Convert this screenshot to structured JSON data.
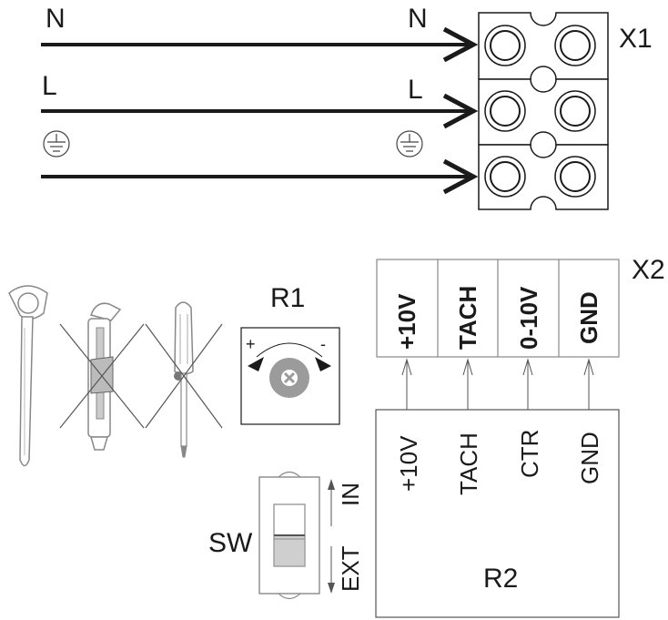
{
  "power_lines": {
    "n_left": "N",
    "n_right": "N",
    "l_left": "L",
    "l_right": "L",
    "earth_symbol": "ground-icon"
  },
  "terminal_x1": {
    "label": "X1"
  },
  "terminal_x2": {
    "label": "X2",
    "pins": [
      "+10V",
      "TACH",
      "0-10V",
      "GND"
    ]
  },
  "board_r2": {
    "label": "R2",
    "pins": [
      "+10V",
      "TACH",
      "CTR",
      "GND"
    ]
  },
  "potentiometer_r1": {
    "label": "R1",
    "plus": "+",
    "minus": "-"
  },
  "switch_sw": {
    "label": "SW",
    "in_label": "IN",
    "ext_label": "EXT"
  },
  "tools": {
    "allowed": "adjustment-key-icon",
    "not_allowed": [
      "utility-knife-icon",
      "screwdriver-icon"
    ]
  },
  "colors": {
    "line": "#1a1a1a",
    "knob": "#9b9b9b",
    "tool_gray": "#bfbfbf"
  }
}
